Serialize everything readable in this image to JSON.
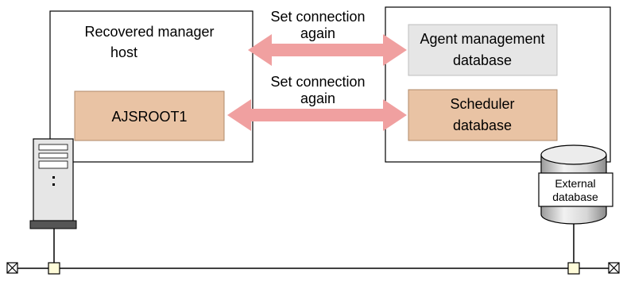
{
  "left_host": {
    "title_line1": "Recovered manager",
    "title_line2": "host",
    "unit": "AJSROOT1"
  },
  "right_host": {
    "agent_db_line1": "Agent management",
    "agent_db_line2": "database",
    "scheduler_db_line1": "Scheduler",
    "scheduler_db_line2": "database"
  },
  "connections": [
    {
      "line1": "Set connection",
      "line2": "again"
    },
    {
      "line1": "Set connection",
      "line2": "again"
    }
  ],
  "external_db": {
    "line1": "External",
    "line2": "database"
  },
  "colors": {
    "arrow": "#f0a0a0",
    "agent_db_fill": "#e6e6e6",
    "scheduler_fill": "#e9c3a4",
    "device": "#e6e6e6",
    "connector_fill": "#fffcd9"
  }
}
